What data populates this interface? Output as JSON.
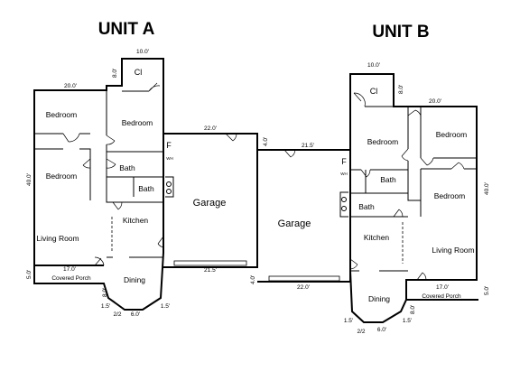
{
  "units": {
    "a": {
      "title": "UNIT A"
    },
    "b": {
      "title": "UNIT B"
    }
  },
  "rooms": {
    "a_cl": "Cl",
    "a_bedroom1": "Bedroom",
    "a_bedroom2": "Bedroom",
    "a_bedroom3": "Bedroom",
    "a_bath1": "Bath",
    "a_bath2": "Bath",
    "a_kitchen": "Kitchen",
    "a_living": "Living Room",
    "a_dining": "Dining",
    "a_porch": "Covered Porch",
    "a_garage": "Garage",
    "b_garage": "Garage",
    "b_cl": "Cl",
    "b_bedroom1": "Bedroom",
    "b_bedroom2": "Bedroom",
    "b_bedroom3": "Bedroom",
    "b_bath1": "Bath",
    "b_bath2": "Bath",
    "b_kitchen": "Kitchen",
    "b_living": "Living Room",
    "b_dining": "Dining",
    "b_porch": "Covered Porch"
  },
  "fixtures": {
    "a_f": "F",
    "a_wh": "WH",
    "b_f": "F",
    "b_wh": "WH"
  },
  "dimensions": {
    "a_cl_width": "10.0'",
    "a_cl_depth": "8.0'",
    "a_width": "20.0'",
    "a_depth": "40.0'",
    "a_porch_width": "17.0'",
    "a_porch_depth": "5.0'",
    "a_bay_side": "8.0'",
    "a_bay_left": "1.5'",
    "a_bay_right": "1.5'",
    "a_bay_angle": "2/2",
    "a_bay_front": "6.0'",
    "a_garage_back": "22.0'",
    "a_garage_front": "21.5'",
    "offset_top": "4.0'",
    "offset_bottom": "4.0'",
    "b_garage_back": "21.5'",
    "b_garage_front": "22.0'",
    "b_cl_width": "10.0'",
    "b_cl_depth": "8.0'",
    "b_width": "20.0'",
    "b_depth": "40.0'",
    "b_porch_width": "17.0'",
    "b_porch_depth": "5.0'",
    "b_bay_side": "8.0'",
    "b_bay_left": "1.5'",
    "b_bay_right": "1.5'",
    "b_bay_angle": "2/2",
    "b_bay_front": "6.0'"
  }
}
